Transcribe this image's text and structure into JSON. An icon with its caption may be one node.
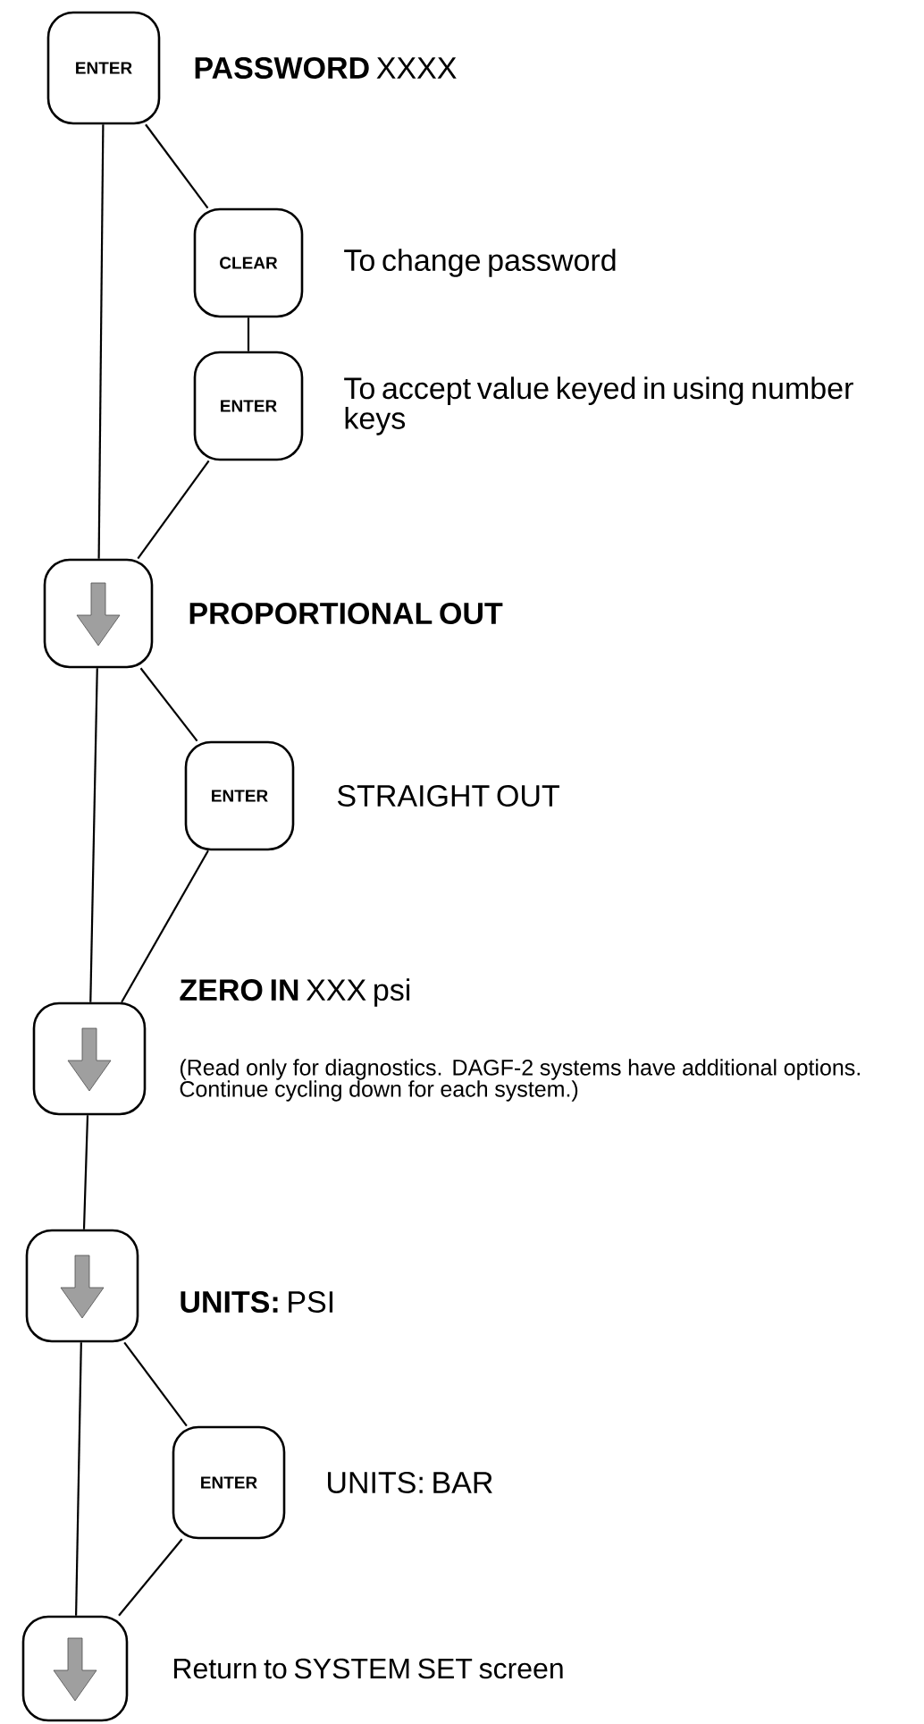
{
  "diagram": {
    "nodes": [
      {
        "text": [
          "ENTER"
        ],
        "beside": [
          "**PASSWORD** XXXX"
        ]
      },
      {
        "text": [
          "CLEAR"
        ],
        "beside": [
          "To change password"
        ]
      },
      {
        "text": [
          "ENTER"
        ],
        "beside": [
          "To accept value keyed in using number keys"
        ]
      },
      {
        "text": [],
        "shape": "box",
        "beside": [
          "PROPORTIONAL OUT"
        ]
      },
      {
        "text": [
          "ENTER"
        ],
        "beside": [
          "STRAIGHT OUT"
        ]
      },
      {
        "text": [],
        "shape": "box",
        "beside": [
          "**ZERO IN** XXX psi",
          "(Read only for diagnostics. DAGF-2 systems have additional options. Continue cycling down for each system.)"
        ]
      },
      {
        "text": [],
        "shape": "box",
        "beside": [
          "**UNITS:** PSI"
        ]
      },
      {
        "text": [
          "ENTER"
        ],
        "beside": [
          "UNITS: BAR"
        ]
      },
      {
        "text": [],
        "shape": "box",
        "beside": [
          "Return to SYSTEM SET screen"
        ]
      }
    ],
    "edges": [
      {
        "from": 0,
        "to": 3,
        "arrow": "none"
      },
      {
        "from": 0,
        "to": 1,
        "arrow": "none"
      },
      {
        "from": 1,
        "to": 2,
        "arrow": "none"
      },
      {
        "from": 2,
        "to": 3,
        "arrow": "none"
      },
      {
        "from": 3,
        "to": 5,
        "arrow": "none"
      },
      {
        "from": 3,
        "to": 4,
        "arrow": "none"
      },
      {
        "from": 4,
        "to": 5,
        "arrow": "none"
      },
      {
        "from": 5,
        "to": 6,
        "arrow": "none"
      },
      {
        "from": 6,
        "to": 8,
        "arrow": "none"
      },
      {
        "from": 6,
        "to": 7,
        "arrow": "none"
      },
      {
        "from": 7,
        "to": 8,
        "arrow": "none"
      }
    ]
  }
}
